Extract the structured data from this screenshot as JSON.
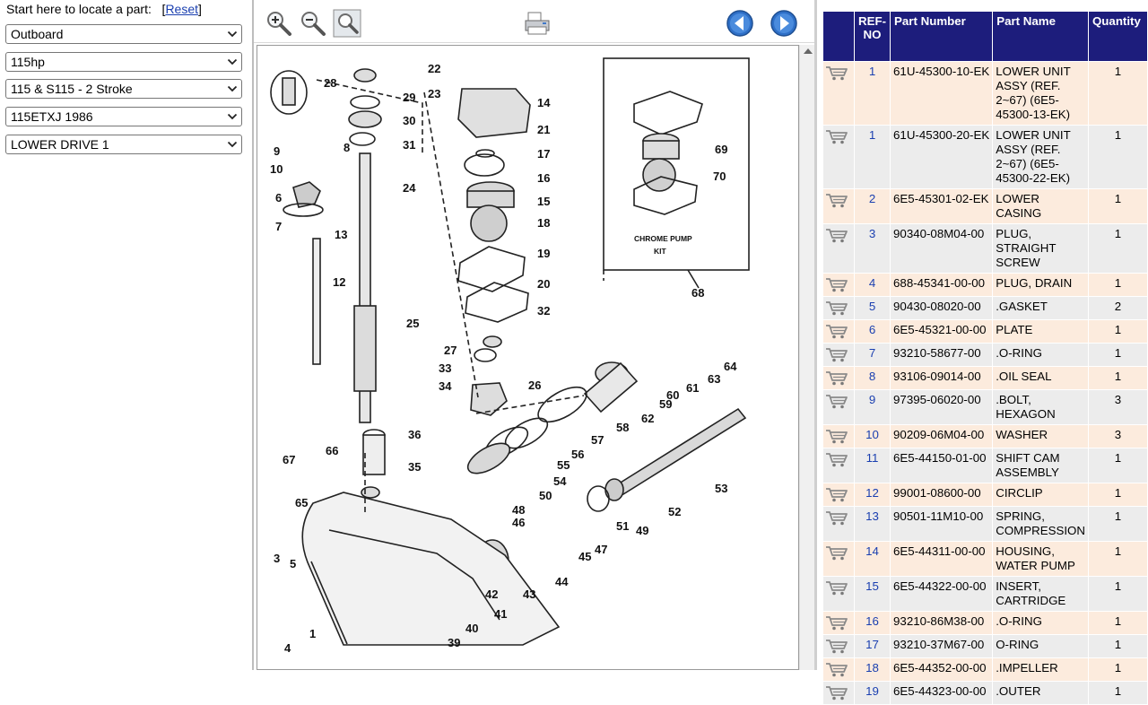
{
  "locator": {
    "prompt": "Start here to locate a part:",
    "reset_open": "[",
    "reset_label": "Reset",
    "reset_close": "]"
  },
  "selects": {
    "category": "Outboard",
    "horsepower": "115hp",
    "model_family": "115 & S115 - 2 Stroke",
    "model_year": "115ETXJ 1986",
    "assembly": "LOWER DRIVE 1"
  },
  "toolbar": {
    "zoom_in_icon": "zoom-in-icon",
    "zoom_out_icon": "zoom-out-icon",
    "zoom_fit_icon": "zoom-fit-icon",
    "print_icon": "print-icon",
    "prev_icon": "prev-arrow-icon",
    "next_icon": "next-arrow-icon"
  },
  "diagram": {
    "inset_caption_line1": "CHROME PUMP",
    "inset_caption_line2": "KIT",
    "callouts": [
      "1",
      "3",
      "4",
      "5",
      "6",
      "7",
      "8",
      "9",
      "10",
      "12",
      "13",
      "14",
      "15",
      "16",
      "17",
      "18",
      "19",
      "20",
      "21",
      "22",
      "23",
      "24",
      "25",
      "26",
      "27",
      "28",
      "29",
      "30",
      "31",
      "32",
      "33",
      "34",
      "35",
      "36",
      "39",
      "40",
      "41",
      "42",
      "43",
      "44",
      "45",
      "46",
      "47",
      "48",
      "49",
      "50",
      "51",
      "52",
      "53",
      "54",
      "55",
      "56",
      "57",
      "58",
      "59",
      "60",
      "61",
      "62",
      "63",
      "64",
      "65",
      "66",
      "67",
      "68",
      "69",
      "70"
    ]
  },
  "colors": {
    "header_bg": "#1d1d7c",
    "row_odd": "#fcebdd",
    "row_even": "#ececec",
    "link": "#1a3fb0",
    "nav_button": "#2e6fc7"
  },
  "chart_data": {
    "type": "table",
    "columns": [
      "REF-NO",
      "Part Number",
      "Part Name",
      "Quantity"
    ],
    "rows": [
      {
        "ref": "1",
        "part_number": "61U-45300-10-EK",
        "part_name": "LOWER UNIT ASSY (REF. 2~67) (6E5-45300-13-EK)",
        "qty": "1"
      },
      {
        "ref": "1",
        "part_number": "61U-45300-20-EK",
        "part_name": "LOWER UNIT ASSY (REF. 2~67) (6E5-45300-22-EK)",
        "qty": "1"
      },
      {
        "ref": "2",
        "part_number": "6E5-45301-02-EK",
        "part_name": "LOWER CASING",
        "qty": "1"
      },
      {
        "ref": "3",
        "part_number": "90340-08M04-00",
        "part_name": "PLUG, STRAIGHT SCREW",
        "qty": "1"
      },
      {
        "ref": "4",
        "part_number": "688-45341-00-00",
        "part_name": "PLUG, DRAIN",
        "qty": "1"
      },
      {
        "ref": "5",
        "part_number": "90430-08020-00",
        "part_name": ".GASKET",
        "qty": "2"
      },
      {
        "ref": "6",
        "part_number": "6E5-45321-00-00",
        "part_name": "PLATE",
        "qty": "1"
      },
      {
        "ref": "7",
        "part_number": "93210-58677-00",
        "part_name": ".O-RING",
        "qty": "1"
      },
      {
        "ref": "8",
        "part_number": "93106-09014-00",
        "part_name": ".OIL SEAL",
        "qty": "1"
      },
      {
        "ref": "9",
        "part_number": "97395-06020-00",
        "part_name": ".BOLT, HEXAGON",
        "qty": "3"
      },
      {
        "ref": "10",
        "part_number": "90209-06M04-00",
        "part_name": "WASHER",
        "qty": "3"
      },
      {
        "ref": "11",
        "part_number": "6E5-44150-01-00",
        "part_name": "SHIFT CAM ASSEMBLY",
        "qty": "1"
      },
      {
        "ref": "12",
        "part_number": "99001-08600-00",
        "part_name": "CIRCLIP",
        "qty": "1"
      },
      {
        "ref": "13",
        "part_number": "90501-11M10-00",
        "part_name": "SPRING, COMPRESSION",
        "qty": "1"
      },
      {
        "ref": "14",
        "part_number": "6E5-44311-00-00",
        "part_name": "HOUSING, WATER PUMP",
        "qty": "1"
      },
      {
        "ref": "15",
        "part_number": "6E5-44322-00-00",
        "part_name": "INSERT, CARTRIDGE",
        "qty": "1"
      },
      {
        "ref": "16",
        "part_number": "93210-86M38-00",
        "part_name": ".O-RING",
        "qty": "1"
      },
      {
        "ref": "17",
        "part_number": "93210-37M67-00",
        "part_name": "O-RING",
        "qty": "1"
      },
      {
        "ref": "18",
        "part_number": "6E5-44352-00-00",
        "part_name": ".IMPELLER",
        "qty": "1"
      },
      {
        "ref": "19",
        "part_number": "6E5-44323-00-00",
        "part_name": ".OUTER",
        "qty": "1"
      }
    ]
  }
}
